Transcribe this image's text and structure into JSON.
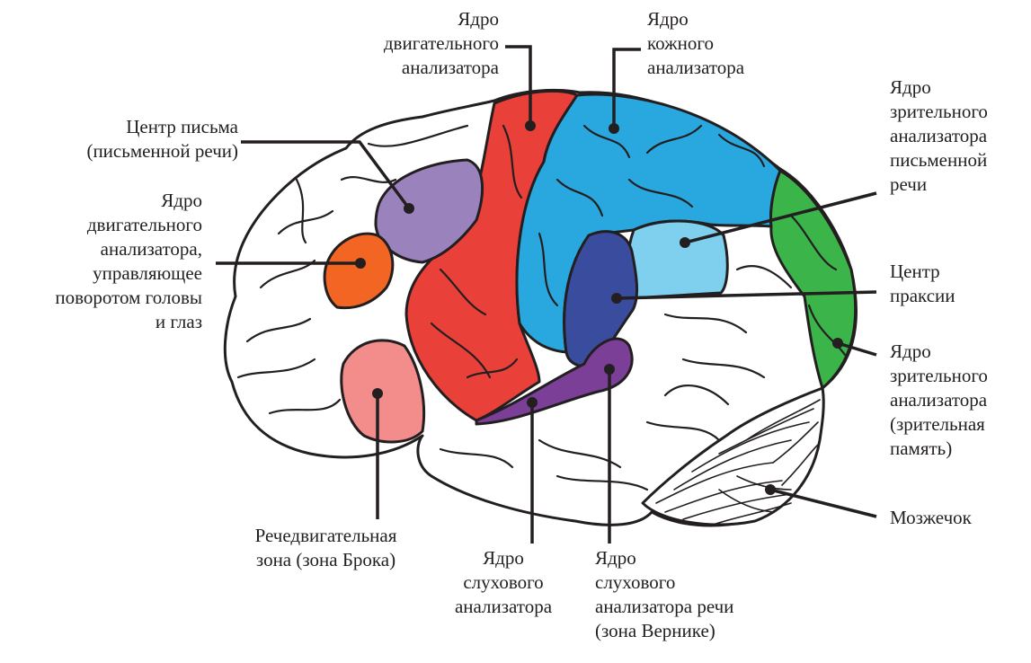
{
  "labels": {
    "motor_core": "Ядро\nдвигательного\nанализатора",
    "skin_core": "Ядро\nкожного\nанализатора",
    "writing_center": "Центр письма\n(письменной речи)",
    "head_eye_motor": "Ядро\nдвигательного\nанализатора,\nуправляющее\nповоротом головы\nи глаз",
    "visual_written": "Ядро\nзрительного\nанализатора\nписьменной\nречи",
    "praxis": "Центр\nпраксии",
    "visual_memory": "Ядро\nзрительного\nанализатора\n(зрительная\nпамять)",
    "cerebellum": "Мозжечок",
    "broca": "Речедвигательная\nзона (зона Брока)",
    "auditory_core": "Ядро\nслухового\nанализатора",
    "wernicke": "Ядро\nслухового\nанализатора речи\n(зона Вернике)"
  },
  "colors": {
    "motor": "#e9403a",
    "skin": "#29a8e0",
    "visual_written": "#7fd0ef",
    "praxis": "#3a4c9e",
    "auditory": "#7c3f97",
    "writing": "#9a83bd",
    "head_eye": "#f26522",
    "broca": "#f38d8b",
    "visual_memory": "#3bb44a",
    "outline": "#231f20"
  }
}
